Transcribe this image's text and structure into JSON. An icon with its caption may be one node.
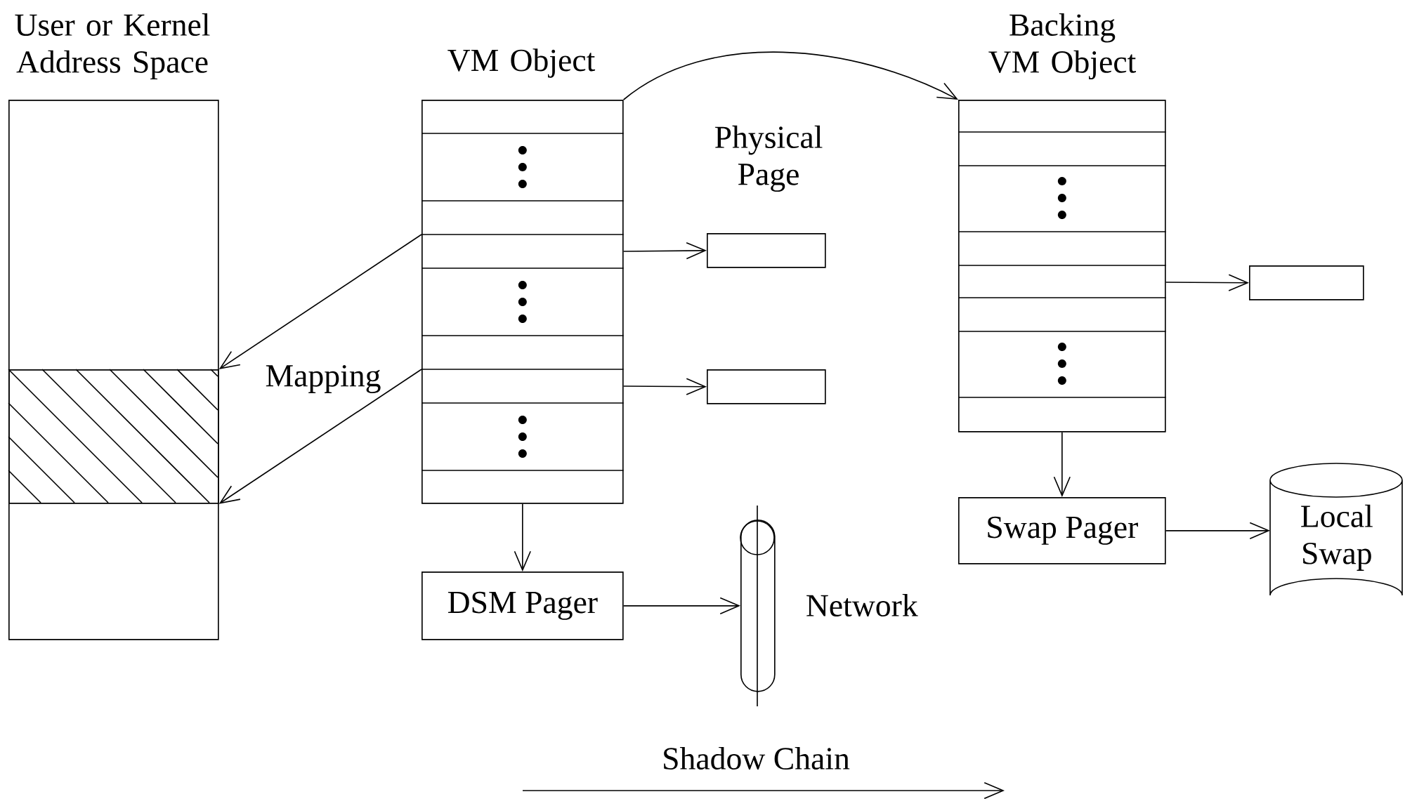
{
  "diagram": {
    "nodes": [
      {
        "text": [
          "User or Kernel Address Space"
        ]
      },
      {
        "text": [],
        "shape": "box",
        "in": 0
      },
      {
        "text": [
          "VM Object"
        ]
      },
      {
        "text": [
          "Physical Page"
        ]
      },
      {
        "text": [],
        "shape": "box"
      },
      {
        "text": [
          "Backing VM Object"
        ]
      },
      {
        "text": [],
        "shape": "box"
      },
      {
        "text": [
          "DSM Pager"
        ]
      },
      {
        "text": [],
        "shape": "cylinder",
        "beside": [
          "Network"
        ]
      },
      {
        "text": [
          "Swap Pager"
        ]
      },
      {
        "text": [
          "Local Swap"
        ]
      }
    ],
    "edges": [
      {
        "from": 2,
        "to": 1,
        "arrow": "to"
      },
      {
        "from": 2,
        "to": 1,
        "arrow": "to"
      },
      {
        "from": 2,
        "to": 3,
        "arrow": "to"
      },
      {
        "from": 2,
        "to": 4,
        "arrow": "to"
      },
      {
        "from": 2,
        "to": 5,
        "arrow": "to"
      },
      {
        "from": 5,
        "to": 6,
        "arrow": "to"
      },
      {
        "from": 2,
        "to": 7,
        "arrow": "to"
      },
      {
        "from": 7,
        "to": 8,
        "arrow": "to"
      },
      {
        "from": 5,
        "to": 9,
        "arrow": "to"
      },
      {
        "from": 9,
        "to": 10,
        "arrow": "to"
      }
    ],
    "labels": [
      "Mapping",
      "Shadow Chain"
    ]
  }
}
